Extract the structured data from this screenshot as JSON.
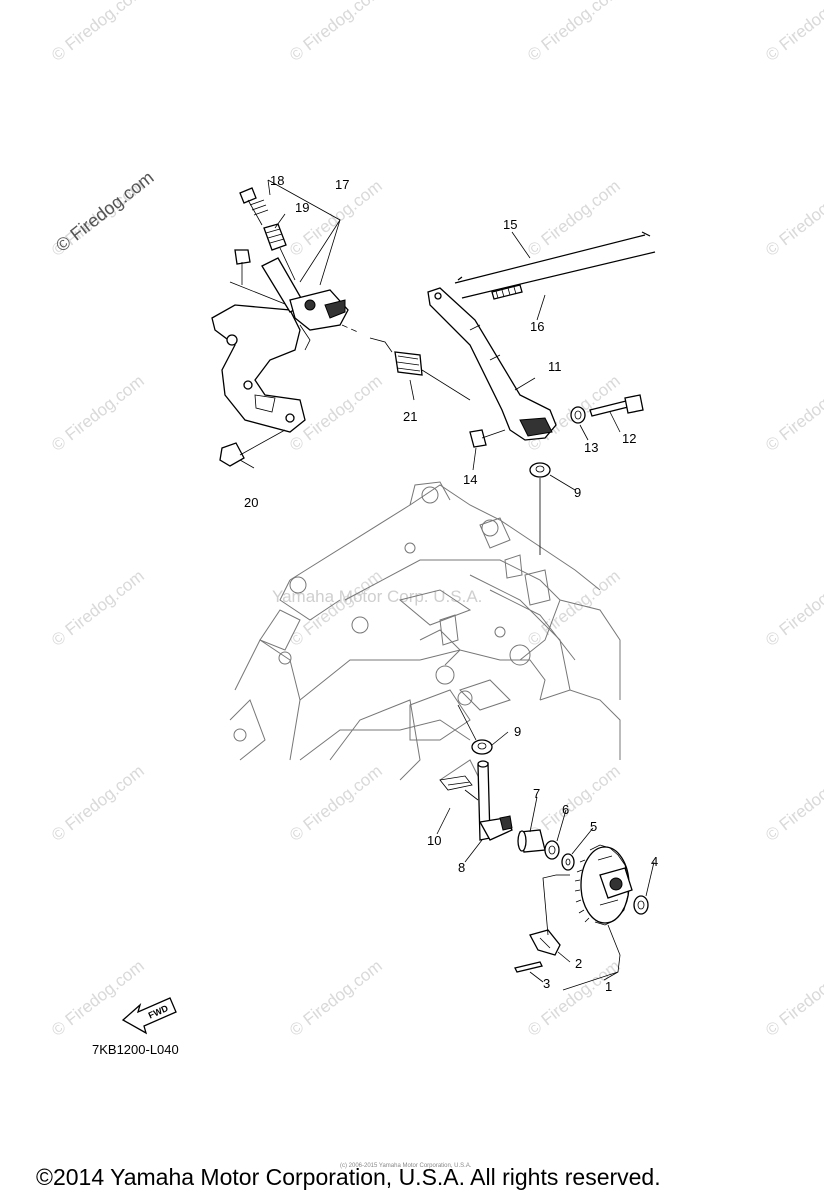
{
  "watermark": {
    "text": "© Firedog.com",
    "center_text": "Yamaha Motor Corp. U.S.A."
  },
  "callouts": [
    {
      "id": "1",
      "label": "1"
    },
    {
      "id": "2",
      "label": "2"
    },
    {
      "id": "3",
      "label": "3"
    },
    {
      "id": "4",
      "label": "4"
    },
    {
      "id": "5",
      "label": "5"
    },
    {
      "id": "6",
      "label": "6"
    },
    {
      "id": "7",
      "label": "7"
    },
    {
      "id": "8",
      "label": "8"
    },
    {
      "id": "9a",
      "label": "9"
    },
    {
      "id": "9b",
      "label": "9"
    },
    {
      "id": "10",
      "label": "10"
    },
    {
      "id": "11",
      "label": "11"
    },
    {
      "id": "12",
      "label": "12"
    },
    {
      "id": "13",
      "label": "13"
    },
    {
      "id": "14",
      "label": "14"
    },
    {
      "id": "15",
      "label": "15"
    },
    {
      "id": "16",
      "label": "16"
    },
    {
      "id": "17",
      "label": "17"
    },
    {
      "id": "18",
      "label": "18"
    },
    {
      "id": "19",
      "label": "19"
    },
    {
      "id": "20",
      "label": "20"
    },
    {
      "id": "21",
      "label": "21"
    }
  ],
  "fwd_label": "FWD",
  "diagram_code": "7KB1200-L040",
  "tiny_text": "(c) 2006-2015 Yamaha Motor Corporation, U.S.A.",
  "copyright": "©2014 Yamaha Motor Corporation, U.S.A. All rights reserved."
}
